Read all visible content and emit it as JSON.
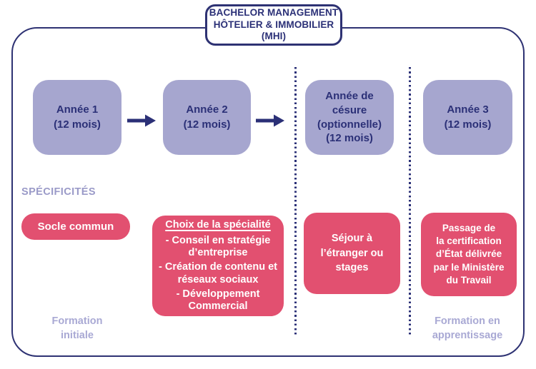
{
  "diagram": {
    "title": "BACHELOR MANAGEMENT\nHÔTELIER & IMMOBILIER\n(MHI)",
    "years": [
      {
        "label": "Année 1\n(12 mois)"
      },
      {
        "label": "Année 2\n(12 mois)"
      },
      {
        "label": "Année de\ncésure\n(optionnelle)\n(12 mois)"
      },
      {
        "label": "Année 3\n(12 mois)"
      }
    ],
    "section_label": "SPÉCIFICITÉS",
    "specifics": {
      "socle": "Socle commun",
      "choix_heading": "Choix de la spécialité",
      "choix_items": [
        "- Conseil en stratégie\nd’entreprise",
        "- Création de contenu et\nréseaux sociaux",
        "- Développement\nCommercial"
      ],
      "sejour": "Séjour à\nl’étranger ou\nstages",
      "passage": "Passage de\nla certification\nd’État délivrée\npar le Ministère\ndu Travail"
    },
    "footer": {
      "left": "Formation\ninitiale",
      "right": "Formation en\napprentissage"
    },
    "colors": {
      "navy": "#2b3077",
      "frame_navy": "#2e3273",
      "year_box_purple": "#a6a6cf",
      "pink": "#e25070",
      "section_label_purple": "#9a9ac8",
      "footer_purple": "#a9a9d4",
      "background": "#ffffff"
    }
  }
}
